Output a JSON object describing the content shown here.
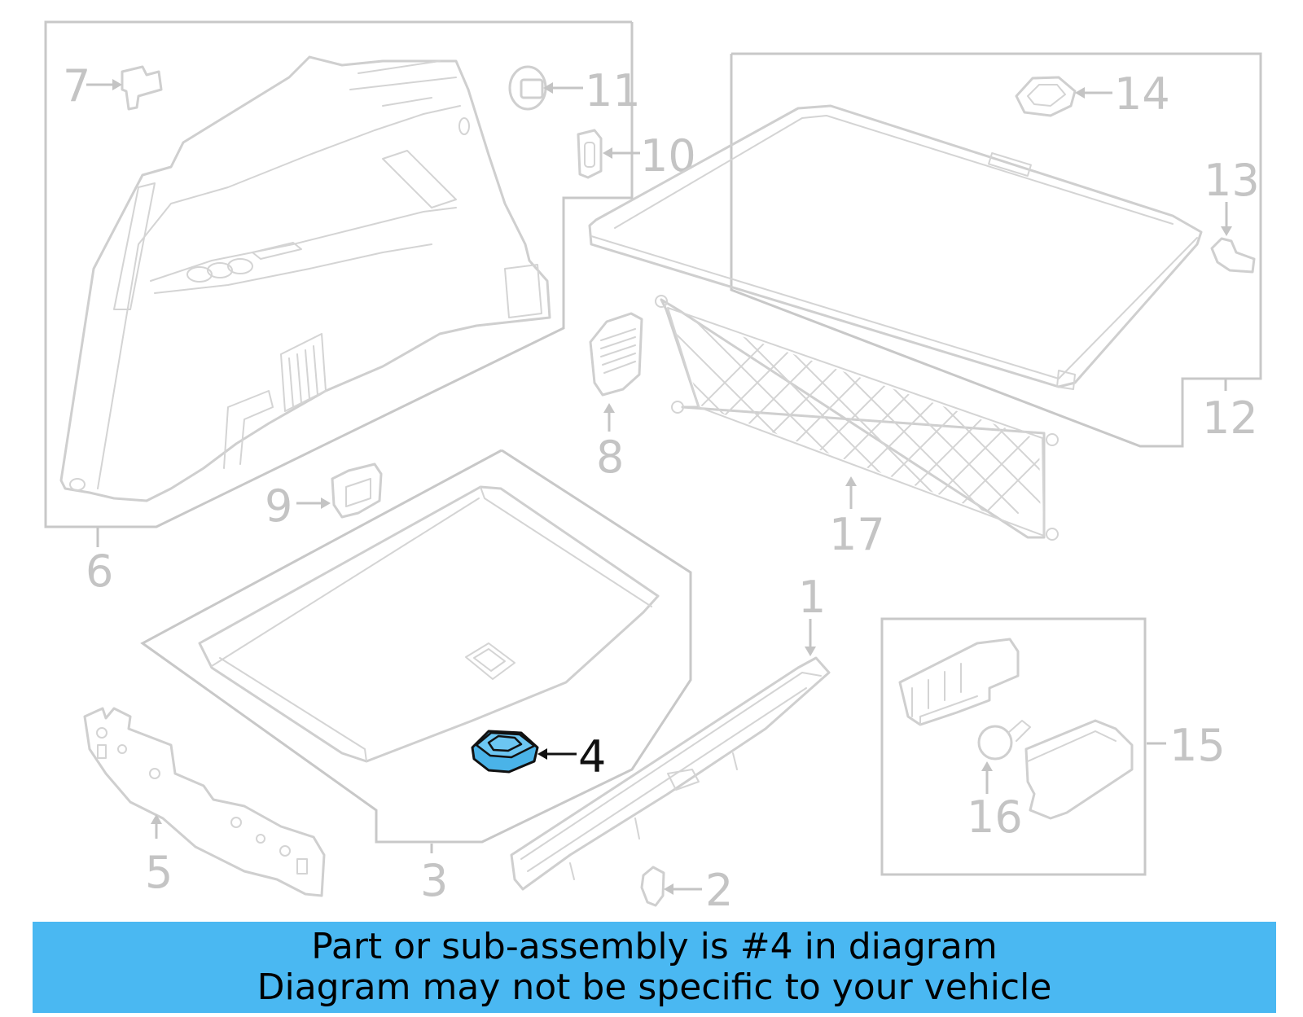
{
  "callouts": {
    "p1": "1",
    "p2": "2",
    "p3": "3",
    "p4": "4",
    "p5": "5",
    "p6": "6",
    "p7": "7",
    "p8": "8",
    "p9": "9",
    "p10": "10",
    "p11": "11",
    "p12": "12",
    "p13": "13",
    "p14": "14",
    "p15": "15",
    "p16": "16",
    "p17": "17"
  },
  "highlight": {
    "part": "4",
    "fill_color": "#4ab3e8",
    "outline_color": "#111111"
  },
  "banner": {
    "line1": "Part or sub-assembly is #4 in diagram",
    "line2": "Diagram may not be specific to your vehicle",
    "background_color": "#4ab8f2"
  }
}
